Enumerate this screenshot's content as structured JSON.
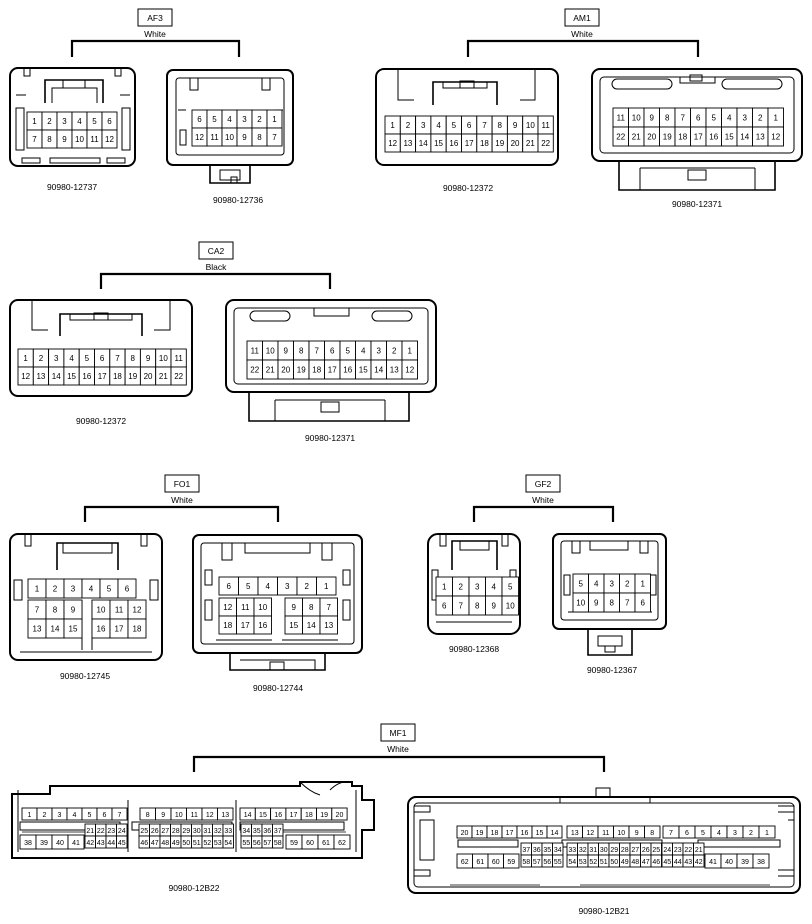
{
  "groups": {
    "af3": {
      "code": "AF3",
      "color": "White"
    },
    "am1": {
      "code": "AM1",
      "color": "White"
    },
    "ca2": {
      "code": "CA2",
      "color": "Black"
    },
    "fo1": {
      "code": "FO1",
      "color": "White"
    },
    "gf2": {
      "code": "GF2",
      "color": "White"
    },
    "mf1": {
      "code": "MF1",
      "color": "White"
    }
  },
  "connectors": {
    "c12737": {
      "part": "90980-12737"
    },
    "c12736": {
      "part": "90980-12736"
    },
    "c12372a": {
      "part": "90980-12372"
    },
    "c12371a": {
      "part": "90980-12371"
    },
    "c12372b": {
      "part": "90980-12372"
    },
    "c12371b": {
      "part": "90980-12371"
    },
    "c12745": {
      "part": "90980-12745"
    },
    "c12744": {
      "part": "90980-12744"
    },
    "c12368": {
      "part": "90980-12368"
    },
    "c12367": {
      "part": "90980-12367"
    },
    "c12B22": {
      "part": "90980-12B22"
    },
    "c12B21": {
      "part": "90980-12B21"
    }
  },
  "pins": {
    "c12737": [
      [
        "1",
        "2",
        "3",
        "4",
        "5",
        "6"
      ],
      [
        "7",
        "8",
        "9",
        "10",
        "11",
        "12"
      ]
    ],
    "c12736": [
      [
        "6",
        "5",
        "4",
        "3",
        "2",
        "1"
      ],
      [
        "12",
        "11",
        "10",
        "9",
        "8",
        "7"
      ]
    ],
    "c12372": [
      [
        "1",
        "2",
        "3",
        "4",
        "5",
        "6",
        "7",
        "8",
        "9",
        "10",
        "11"
      ],
      [
        "12",
        "13",
        "14",
        "15",
        "16",
        "17",
        "18",
        "19",
        "20",
        "21",
        "22"
      ]
    ],
    "c12371": [
      [
        "11",
        "10",
        "9",
        "8",
        "7",
        "6",
        "5",
        "4",
        "3",
        "2",
        "1"
      ],
      [
        "22",
        "21",
        "20",
        "19",
        "18",
        "17",
        "16",
        "15",
        "14",
        "13",
        "12"
      ]
    ],
    "c12745_top": [
      "1",
      "2",
      "3",
      "4",
      "5",
      "6"
    ],
    "c12745_left": [
      [
        "7",
        "8",
        "9"
      ],
      [
        "13",
        "14",
        "15"
      ]
    ],
    "c12745_right": [
      [
        "10",
        "11",
        "12"
      ],
      [
        "16",
        "17",
        "18"
      ]
    ],
    "c12744_top": [
      "6",
      "5",
      "4",
      "3",
      "2",
      "1"
    ],
    "c12744_left": [
      [
        "12",
        "11",
        "10"
      ],
      [
        "18",
        "17",
        "16"
      ]
    ],
    "c12744_right": [
      [
        "9",
        "8",
        "7"
      ],
      [
        "15",
        "14",
        "13"
      ]
    ],
    "c12368": [
      [
        "1",
        "2",
        "3",
        "4",
        "5"
      ],
      [
        "6",
        "7",
        "8",
        "9",
        "10"
      ]
    ],
    "c12367": [
      [
        "5",
        "4",
        "3",
        "2",
        "1"
      ],
      [
        "10",
        "9",
        "8",
        "7",
        "6"
      ]
    ],
    "c12B22_row1": [
      [
        "1",
        "2",
        "3",
        "4",
        "5",
        "6",
        "7"
      ],
      [
        "8",
        "9",
        "10",
        "11",
        "12",
        "13"
      ],
      [
        "14",
        "15",
        "16",
        "17",
        "18",
        "19",
        "20"
      ]
    ],
    "c12B22_b1_top": [
      "21",
      "22",
      "23",
      "24"
    ],
    "c12B22_b1_bot": [
      "42",
      "43",
      "44",
      "45"
    ],
    "c12B22_b2_top": [
      "25",
      "26",
      "27",
      "28",
      "29",
      "30",
      "31",
      "32",
      "33"
    ],
    "c12B22_b2_bot": [
      "46",
      "47",
      "48",
      "49",
      "50",
      "51",
      "52",
      "53",
      "54"
    ],
    "c12B22_b3_top": [
      "34",
      "35",
      "36",
      "37"
    ],
    "c12B22_b3_bot": [
      "55",
      "56",
      "57",
      "58"
    ],
    "c12B22_left": [
      "38",
      "39",
      "40",
      "41"
    ],
    "c12B22_right": [
      "59",
      "60",
      "61",
      "62"
    ],
    "c12B21_row1": [
      [
        "20",
        "19",
        "18",
        "17",
        "16",
        "15",
        "14"
      ],
      [
        "13",
        "12",
        "11",
        "10",
        "9",
        "8"
      ],
      [
        "7",
        "6",
        "5",
        "4",
        "3",
        "2",
        "1"
      ]
    ],
    "c12B21_b3_top": [
      "37",
      "36",
      "35",
      "34"
    ],
    "c12B21_b3_bot": [
      "58",
      "57",
      "56",
      "55"
    ],
    "c12B21_b2_top": [
      "33",
      "32",
      "31",
      "30",
      "29",
      "28",
      "27",
      "26",
      "25"
    ],
    "c12B21_b2_bot": [
      "54",
      "53",
      "52",
      "51",
      "50",
      "49",
      "48",
      "47",
      "46"
    ],
    "c12B21_b1_top": [
      "24",
      "23",
      "22",
      "21"
    ],
    "c12B21_b1_bot": [
      "45",
      "44",
      "43",
      "42"
    ],
    "c12B21_left": [
      "62",
      "61",
      "60",
      "59"
    ],
    "c12B21_right": [
      "41",
      "40",
      "39",
      "38"
    ]
  }
}
